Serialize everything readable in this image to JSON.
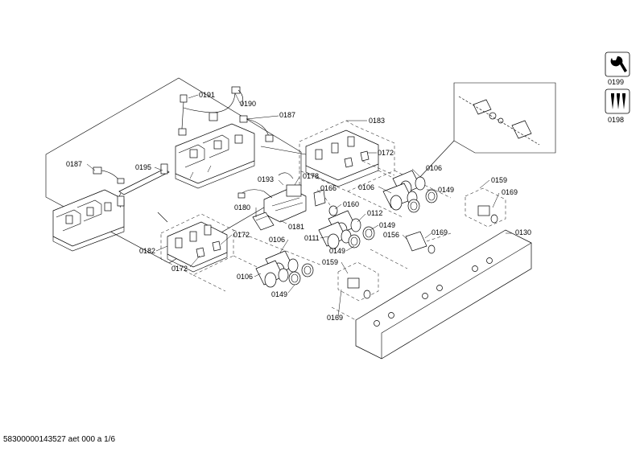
{
  "footer": {
    "document_id": "58300000143527 aet 000 a 1/6"
  },
  "icons": [
    {
      "name": "wrench-icon",
      "label": "0199"
    },
    {
      "name": "screws-icon",
      "label": "0198"
    }
  ],
  "callouts": [
    {
      "id": "c-0191",
      "text": "0191"
    },
    {
      "id": "c-0190",
      "text": "0190"
    },
    {
      "id": "c-0187a",
      "text": "0187"
    },
    {
      "id": "c-0187b",
      "text": "0187"
    },
    {
      "id": "c-0195",
      "text": "0195"
    },
    {
      "id": "c-0183",
      "text": "0183"
    },
    {
      "id": "c-0172a",
      "text": "0172"
    },
    {
      "id": "c-0106a",
      "text": "0106"
    },
    {
      "id": "c-0106b",
      "text": "0106"
    },
    {
      "id": "c-0149a",
      "text": "0149"
    },
    {
      "id": "c-0193",
      "text": "0193"
    },
    {
      "id": "c-0178",
      "text": "0178"
    },
    {
      "id": "c-0166",
      "text": "0166"
    },
    {
      "id": "c-0160",
      "text": "0160"
    },
    {
      "id": "c-0112",
      "text": "0112"
    },
    {
      "id": "c-0149b",
      "text": "0149"
    },
    {
      "id": "c-0180",
      "text": "0180"
    },
    {
      "id": "c-0181",
      "text": "0181"
    },
    {
      "id": "c-0111",
      "text": "0111"
    },
    {
      "id": "c-0156",
      "text": "0156"
    },
    {
      "id": "c-0169a",
      "text": "0169"
    },
    {
      "id": "c-0149c",
      "text": "0149"
    },
    {
      "id": "c-0159a",
      "text": "0159"
    },
    {
      "id": "c-0169b",
      "text": "0169"
    },
    {
      "id": "c-0130",
      "text": "0130"
    },
    {
      "id": "c-0182",
      "text": "0182"
    },
    {
      "id": "c-0172b",
      "text": "0172"
    },
    {
      "id": "c-0172c",
      "text": "0172"
    },
    {
      "id": "c-0106c",
      "text": "0106"
    },
    {
      "id": "c-0106d",
      "text": "0106"
    },
    {
      "id": "c-0159b",
      "text": "0159"
    },
    {
      "id": "c-0149d",
      "text": "0149"
    },
    {
      "id": "c-0169c",
      "text": "0169"
    }
  ]
}
